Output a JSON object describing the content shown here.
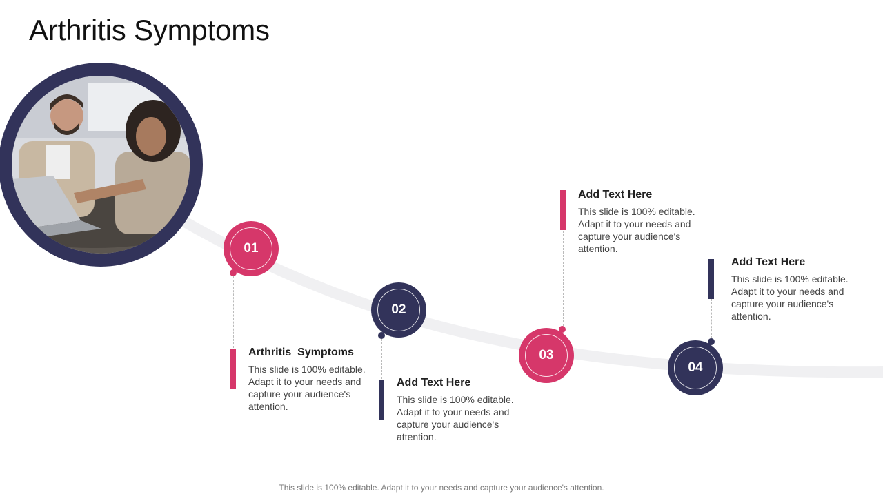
{
  "slide": {
    "title": "Arthritis Symptoms",
    "footer": "This slide is 100% editable. Adapt it to your needs and capture your audience's attention."
  },
  "colors": {
    "navy": "#32335a",
    "pink": "#d6376a",
    "track": "#f0f0f2"
  },
  "steps": [
    {
      "number": "01",
      "color": "pink",
      "heading": "Arthritis  Symptoms",
      "body": "This slide is 100% editable. Adapt it to your needs and capture your audience's attention."
    },
    {
      "number": "02",
      "color": "navy",
      "heading": "Add Text Here",
      "body": "This slide is 100% editable. Adapt it to your needs and capture your audience's attention."
    },
    {
      "number": "03",
      "color": "pink",
      "heading": "Add Text Here",
      "body": "This slide is 100% editable. Adapt it to your needs and capture your audience's attention."
    },
    {
      "number": "04",
      "color": "navy",
      "heading": "Add Text Here",
      "body": "This slide is 100% editable. Adapt it to your needs and capture your audience's attention."
    }
  ]
}
